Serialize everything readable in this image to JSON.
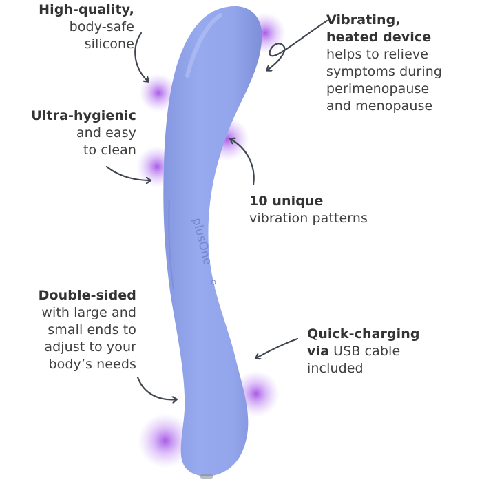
{
  "product": {
    "brand_mark": "plusOne",
    "body_color": "#94a6ea",
    "body_shade": "#7f91d9",
    "glow_color": "#a45ce6"
  },
  "callouts": {
    "material": {
      "bold": "High-quality,",
      "lines": [
        "body-safe",
        "silicone"
      ]
    },
    "vibrating": {
      "bold_lines": [
        "Vibrating,",
        "heated device"
      ],
      "lines": [
        "helps to relieve",
        "symptoms during",
        "perimenopause",
        "and menopause"
      ]
    },
    "hygienic": {
      "bold": "Ultra-hygienic",
      "lines": [
        "and easy",
        "to clean"
      ]
    },
    "patterns": {
      "bold": "10 unique",
      "lines": [
        "vibration patterns"
      ]
    },
    "double_sided": {
      "bold": "Double-sided",
      "lines": [
        "with large and",
        "small ends to",
        "adjust to your",
        "body’s needs"
      ]
    },
    "charging": {
      "bold": "Quick-charging",
      "bold_prefix": "via",
      "rest": " USB cable",
      "lines": [
        "included"
      ]
    }
  }
}
